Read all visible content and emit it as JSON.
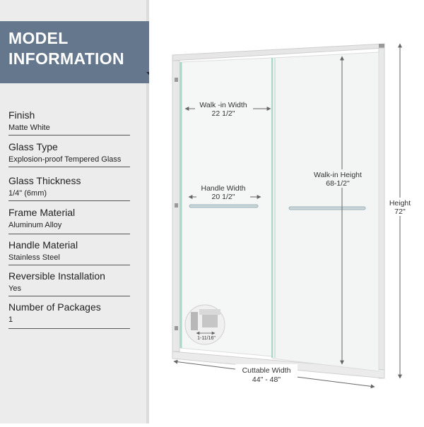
{
  "header": {
    "title_line1": "MODEL",
    "title_line2": "INFORMATION"
  },
  "specs": [
    {
      "label": "Finish",
      "value": "Matte White"
    },
    {
      "label": "Glass Type",
      "value": "Explosion-proof Tempered Glass"
    },
    {
      "label": "Glass Thickness",
      "value": "1/4\" (6mm)"
    },
    {
      "label": "Frame Material",
      "value": "Aluminum Alloy"
    },
    {
      "label": "Handle Material",
      "value": "Stainless Steel"
    },
    {
      "label": "Reversible Installation",
      "value": "Yes"
    },
    {
      "label": "Number of Packages",
      "value": "1"
    }
  ],
  "dimensions": {
    "walk_in_width_label": "Walk -in Width",
    "walk_in_width_value": "22 1/2\"",
    "handle_width_label": "Handle Width",
    "handle_width_value": "20 1/2\"",
    "walk_in_height_label": "Walk-in Height",
    "walk_in_height_value": "68-1/2\"",
    "height_label": "Height",
    "height_value": "72\"",
    "cuttable_width_label": "Cuttable Width",
    "cuttable_width_value": "44\" - 48\"",
    "adjustment_value": "1-11/16\""
  },
  "colors": {
    "banner": "#65778c",
    "panel": "#ececec",
    "glass_edge": "#a8d8c8"
  }
}
